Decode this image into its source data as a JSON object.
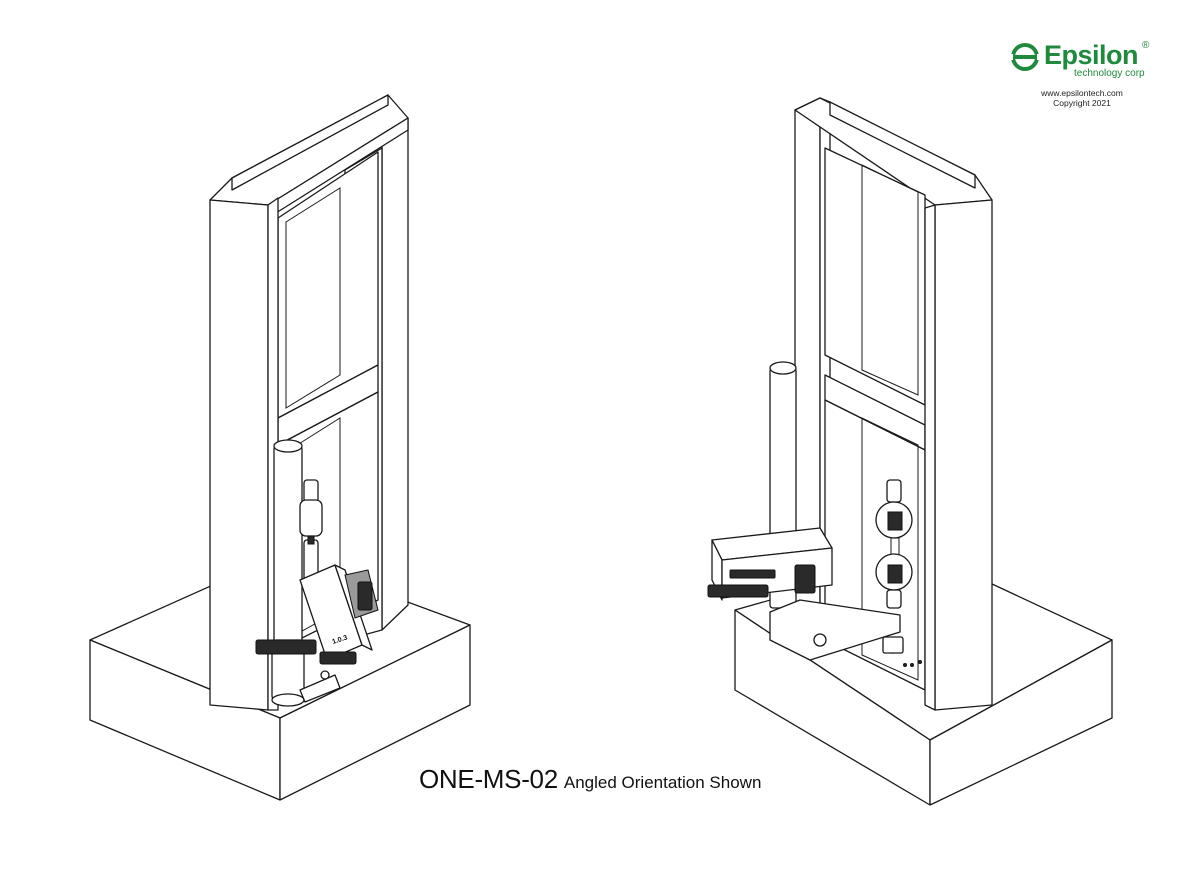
{
  "brand": {
    "name": "Epsilon",
    "registered_mark": "®",
    "tagline": "technology corp",
    "color": "#1f8a3c",
    "icon": "epsilon-logo-icon"
  },
  "meta": {
    "website": "www.epsilontech.com",
    "copyright": "Copyright 2021"
  },
  "caption": {
    "model": "ONE-MS-02",
    "note": "Angled Orientation Shown"
  },
  "product_labels": {
    "left_view_housing_label": "1.0.3"
  }
}
